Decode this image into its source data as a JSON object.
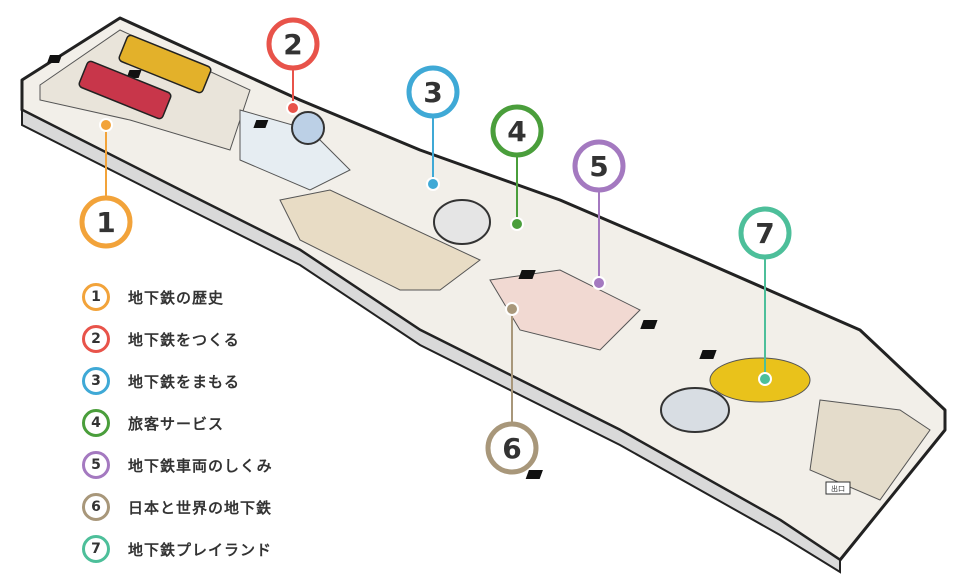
{
  "markers": [
    {
      "number": "1",
      "color": "#f2a33a"
    },
    {
      "number": "2",
      "color": "#e8534a"
    },
    {
      "number": "3",
      "color": "#3fa9d6"
    },
    {
      "number": "4",
      "color": "#4a9e3b"
    },
    {
      "number": "5",
      "color": "#a479c0"
    },
    {
      "number": "6",
      "color": "#a8977a"
    },
    {
      "number": "7",
      "color": "#4dbf9a"
    }
  ],
  "legend": [
    {
      "number": "1",
      "label": "地下鉄の歴史",
      "color": "#f2a33a"
    },
    {
      "number": "2",
      "label": "地下鉄をつくる",
      "color": "#e8534a"
    },
    {
      "number": "3",
      "label": "地下鉄をまもる",
      "color": "#3fa9d6"
    },
    {
      "number": "4",
      "label": "旅客サービス",
      "color": "#4a9e3b"
    },
    {
      "number": "5",
      "label": "地下鉄車両のしくみ",
      "color": "#a479c0"
    },
    {
      "number": "6",
      "label": "日本と世界の地下鉄",
      "color": "#a8977a"
    },
    {
      "number": "7",
      "label": "地下鉄プレイランド",
      "color": "#4dbf9a"
    }
  ],
  "signs": {
    "exit_sign": "出口"
  }
}
